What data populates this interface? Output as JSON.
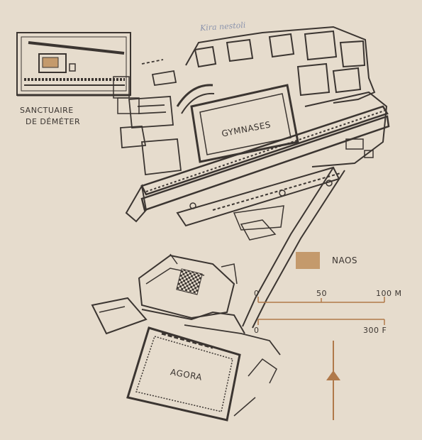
{
  "labels": {
    "sanctuary_line1": "SANCTUAIRE",
    "sanctuary_line2": "DE DÉMÉTER",
    "gymnases": "GYMNASES",
    "agora": "AGORA",
    "handwritten": "Kira nestoli"
  },
  "legend": {
    "naos_label": "NAOS",
    "naos_color": "#c49a6c"
  },
  "scale_bar_metres": {
    "ticks": [
      "0",
      "50",
      "100 M"
    ]
  },
  "scale_bar_feet": {
    "ticks": [
      "0",
      "300 F"
    ]
  },
  "colors": {
    "paper": "#e6dccd",
    "ink": "#3b3531",
    "scale_bar": "#b0794a",
    "north_arrow": "#b0794a"
  },
  "north_arrow_icon": "north-arrow-icon"
}
